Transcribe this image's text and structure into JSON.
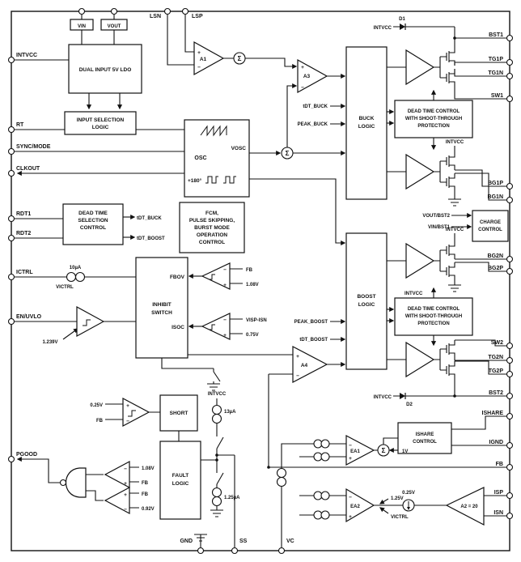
{
  "pins": {
    "top": {
      "vin": "VIN",
      "vout": "VOUT",
      "lsn": "LSN",
      "lsp": "LSP"
    },
    "left": {
      "intvcc": "INTVCC",
      "rt": "RT",
      "sync": "SYNC/MODE",
      "clkout": "CLKOUT",
      "rdt1": "RDT1",
      "rdt2": "RDT2",
      "ictrl": "ICTRL",
      "enuvlo": "EN/UVLO",
      "pgood": "PGOOD"
    },
    "right": {
      "bst1": "BST1",
      "tg1p": "TG1P",
      "tg1n": "TG1N",
      "sw1": "SW1",
      "bg1p": "BG1P",
      "bg1n": "BG1N",
      "bg2n": "BG2N",
      "bg2p": "BG2P",
      "sw2": "SW2",
      "tg2n": "TG2N",
      "tg2p": "TG2P",
      "bst2": "BST2",
      "ishare": "ISHARE",
      "ignd": "IGND",
      "fb": "FB",
      "isp": "ISP",
      "isn": "ISN"
    },
    "bottom": {
      "gnd": "GND",
      "ss": "SS",
      "vc": "VC"
    }
  },
  "blocks": {
    "ldo": {
      "label": "DUAL INPUT 5V LDO"
    },
    "isl": {
      "l1": "INPUT SELECTION",
      "l2": "LOGIC"
    },
    "osc": {
      "label": "OSC",
      "vosc": "VOSC",
      "phase": "+180°"
    },
    "dtsc": {
      "l1": "DEAD TIME",
      "l2": "SELECTION",
      "l3": "CONTROL"
    },
    "fcm": {
      "l1": "FCM,",
      "l2": "PULSE SKIPPING,",
      "l3": "BURST MODE",
      "l4": "OPERATION",
      "l5": "CONTROL"
    },
    "inhibit": {
      "l1": "INHIBIT",
      "l2": "SWITCH",
      "fbov": "FBOV",
      "isoc": "ISOC"
    },
    "buck": {
      "l1": "BUCK",
      "l2": "LOGIC"
    },
    "boost": {
      "l1": "BOOST",
      "l2": "LOGIC"
    },
    "dtc": {
      "l1": "DEAD TIME CONTROL",
      "l2": "WITH SHOOT-THROUGH",
      "l3": "PROTECTION"
    },
    "charge": {
      "l1": "CHARGE",
      "l2": "CONTROL"
    },
    "shortblk": {
      "label": "SHORT"
    },
    "fault": {
      "l1": "FAULT",
      "l2": "LOGIC"
    },
    "isharec": {
      "l1": "ISHARE",
      "l2": "CONTROL"
    }
  },
  "amps": {
    "a1": "A1",
    "a3": "A3",
    "a4": "A4",
    "ea1": "EA1",
    "ea2": "EA2",
    "a2": "A2 = 20"
  },
  "signals": {
    "tdtbuck": "tDT_BUCK",
    "peakbuck": "PEAK_BUCK",
    "tdtboost": "tDT_BOOST",
    "peakboost": "PEAK_BOOST",
    "voutbst2": "VOUT/BST2",
    "vinbst1": "VIN/BST1",
    "d1": "D1",
    "d2": "D2",
    "intvcc": "INTVCC",
    "sigma": "Σ"
  },
  "refs": {
    "v1239": "1.239V",
    "i10": "10µA",
    "victrl": "VICTRL",
    "v108": "1.08V",
    "v075": "0.75V",
    "vispisn": "VISP-ISN",
    "fb": "FB",
    "v025": "0.25V",
    "i13": "13µA",
    "i125": "1.25µA",
    "v092": "0.92V",
    "v1": "1V",
    "v125": "1.25V",
    "plus": "+",
    "minus": "−"
  }
}
